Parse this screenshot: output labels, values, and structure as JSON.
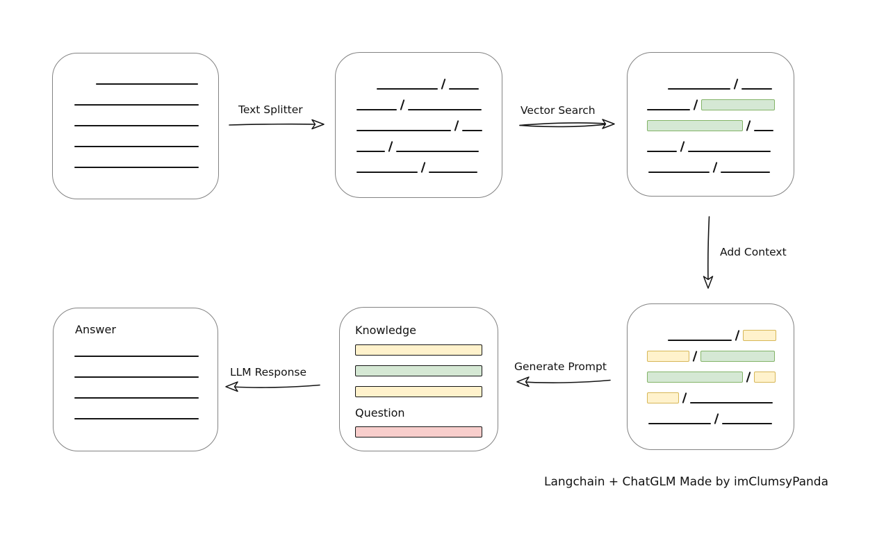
{
  "caption": "Langchain + ChatGLM Made by imClumsyPanda",
  "arrow_labels": {
    "text_splitter": "Text Splitter",
    "vector_search": "Vector Search",
    "add_context": "Add Context",
    "generate_prompt": "Generate Prompt",
    "llm_response": "LLM Response"
  },
  "colors": {
    "line": "#141414",
    "box_border": "#828282",
    "green_fill": "#d5e8d4",
    "green_stroke": "#82b366",
    "yellow_fill": "#fff2cc",
    "yellow_stroke": "#d6b656",
    "red_fill": "#f8cecc",
    "red_stroke": "#b85450"
  },
  "boxes": {
    "document": {
      "rows": [
        {
          "indent": 62,
          "segs": [
            {
              "t": "line",
              "w": 147
            }
          ]
        },
        {
          "indent": 31,
          "segs": [
            {
              "t": "line",
              "w": 179
            }
          ]
        },
        {
          "indent": 31,
          "segs": [
            {
              "t": "line",
              "w": 179
            }
          ]
        },
        {
          "indent": 31,
          "segs": [
            {
              "t": "line",
              "w": 179
            }
          ]
        },
        {
          "indent": 31,
          "segs": [
            {
              "t": "line",
              "w": 179
            }
          ]
        }
      ]
    },
    "chunks": {
      "rows": [
        {
          "indent": 59,
          "segs": [
            {
              "t": "line",
              "w": 88
            },
            {
              "t": "slash"
            },
            {
              "t": "line",
              "w": 43
            }
          ]
        },
        {
          "indent": 30,
          "segs": [
            {
              "t": "line",
              "w": 58
            },
            {
              "t": "slash"
            },
            {
              "t": "line",
              "w": 106
            }
          ]
        },
        {
          "indent": 30,
          "segs": [
            {
              "t": "line",
              "w": 136
            },
            {
              "t": "slash"
            },
            {
              "t": "line",
              "w": 29
            }
          ]
        },
        {
          "indent": 30,
          "segs": [
            {
              "t": "line",
              "w": 41
            },
            {
              "t": "slash"
            },
            {
              "t": "line",
              "w": 119
            }
          ]
        },
        {
          "indent": 30,
          "segs": [
            {
              "t": "line",
              "w": 88
            },
            {
              "t": "slash"
            },
            {
              "t": "line",
              "w": 70
            }
          ]
        }
      ]
    },
    "vector_results": {
      "rows": [
        {
          "indent": 58,
          "segs": [
            {
              "t": "line",
              "w": 90
            },
            {
              "t": "slash"
            },
            {
              "t": "line",
              "w": 44
            }
          ]
        },
        {
          "indent": 28,
          "segs": [
            {
              "t": "line",
              "w": 62
            },
            {
              "t": "slash"
            },
            {
              "t": "bar",
              "c": "green",
              "w": 106
            }
          ]
        },
        {
          "indent": 28,
          "segs": [
            {
              "t": "bar",
              "c": "green",
              "w": 138
            },
            {
              "t": "slash"
            },
            {
              "t": "line",
              "w": 28
            }
          ]
        },
        {
          "indent": 28,
          "segs": [
            {
              "t": "line",
              "w": 43
            },
            {
              "t": "slash"
            },
            {
              "t": "line",
              "w": 119
            }
          ]
        },
        {
          "indent": 30,
          "segs": [
            {
              "t": "line",
              "w": 88
            },
            {
              "t": "slash"
            },
            {
              "t": "line",
              "w": 71
            }
          ]
        }
      ]
    },
    "context": {
      "rows": [
        {
          "indent": 58,
          "segs": [
            {
              "t": "line",
              "w": 92
            },
            {
              "t": "slash"
            },
            {
              "t": "bar",
              "c": "yellow",
              "w": 48
            }
          ]
        },
        {
          "indent": 28,
          "segs": [
            {
              "t": "bar",
              "c": "yellow",
              "w": 61
            },
            {
              "t": "slash"
            },
            {
              "t": "bar",
              "c": "green",
              "w": 107
            }
          ]
        },
        {
          "indent": 28,
          "segs": [
            {
              "t": "bar",
              "c": "green",
              "w": 138
            },
            {
              "t": "slash"
            },
            {
              "t": "bar",
              "c": "yellow",
              "w": 31
            }
          ]
        },
        {
          "indent": 28,
          "segs": [
            {
              "t": "bar",
              "c": "yellow",
              "w": 46
            },
            {
              "t": "slash"
            },
            {
              "t": "line",
              "w": 119
            }
          ]
        },
        {
          "indent": 30,
          "segs": [
            {
              "t": "line",
              "w": 90
            },
            {
              "t": "slash"
            },
            {
              "t": "line",
              "w": 72
            }
          ]
        }
      ]
    },
    "prompt": {
      "knowledge_label": "Knowledge",
      "knowledge_bars": [
        "yellow",
        "green",
        "yellow"
      ],
      "question_label": "Question",
      "question_bars": [
        "red"
      ]
    },
    "answer": {
      "label": "Answer",
      "rows": [
        {
          "indent": 0,
          "segs": [
            {
              "t": "line",
              "w": 179
            }
          ]
        },
        {
          "indent": 0,
          "segs": [
            {
              "t": "line",
              "w": 179
            }
          ]
        },
        {
          "indent": 0,
          "segs": [
            {
              "t": "line",
              "w": 179
            }
          ]
        },
        {
          "indent": 0,
          "segs": [
            {
              "t": "line",
              "w": 179
            }
          ]
        }
      ]
    }
  }
}
